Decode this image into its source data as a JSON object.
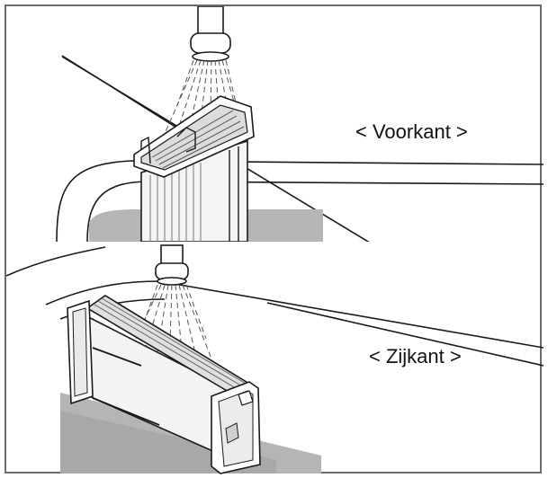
{
  "panels": [
    {
      "id": "front",
      "caption": "< Voorkant >",
      "icons": [
        "faucet-icon",
        "water-spray-icon",
        "filter-cartridge-icon",
        "sink-icon"
      ]
    },
    {
      "id": "side",
      "caption": "< Zijkant >",
      "icons": [
        "faucet-icon",
        "water-spray-icon",
        "filter-cartridge-icon",
        "sink-icon"
      ]
    }
  ],
  "colors": {
    "line": "#1a1a1a",
    "shade": "#9a9a9a",
    "border": "#6b6b6b"
  }
}
